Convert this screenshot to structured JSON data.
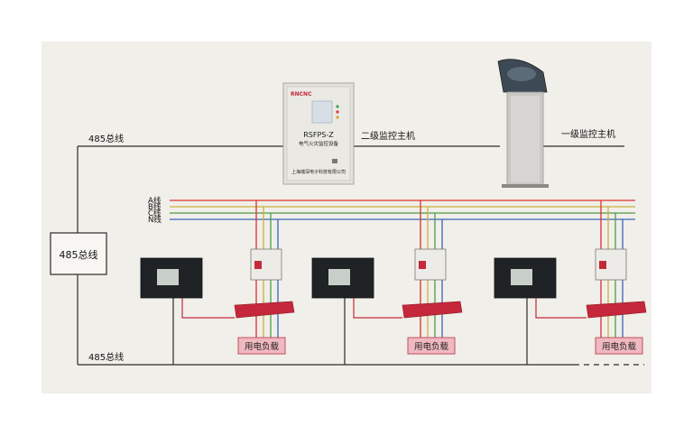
{
  "bus_top_label": "485总线",
  "bus_bottom_label": "485总线",
  "bus_box_label": "485总线",
  "secondary_host_label": "二级监控主机",
  "primary_host_label": "一级监控主机",
  "cabinet": {
    "brand": "RNCNC",
    "model": "RSFPS-Z",
    "subtitle": "电气火灾监控设备",
    "maker": "上海瑞深电子科技有限公司"
  },
  "phase_lines": [
    {
      "label": "A线",
      "color": "#d9302c"
    },
    {
      "label": "B线",
      "color": "#c9b13a"
    },
    {
      "label": "C线",
      "color": "#4f9a4a"
    },
    {
      "label": "N线",
      "color": "#3b63b8"
    }
  ],
  "load_labels": [
    "用电负载",
    "用电负载",
    "用电负载"
  ],
  "colors": {
    "wire_black": "#2a2a2a",
    "wire_red": "#c22a3a",
    "load_box": "#f0b8c0",
    "load_border": "#c05060",
    "current_transformer": "#c4283a"
  }
}
